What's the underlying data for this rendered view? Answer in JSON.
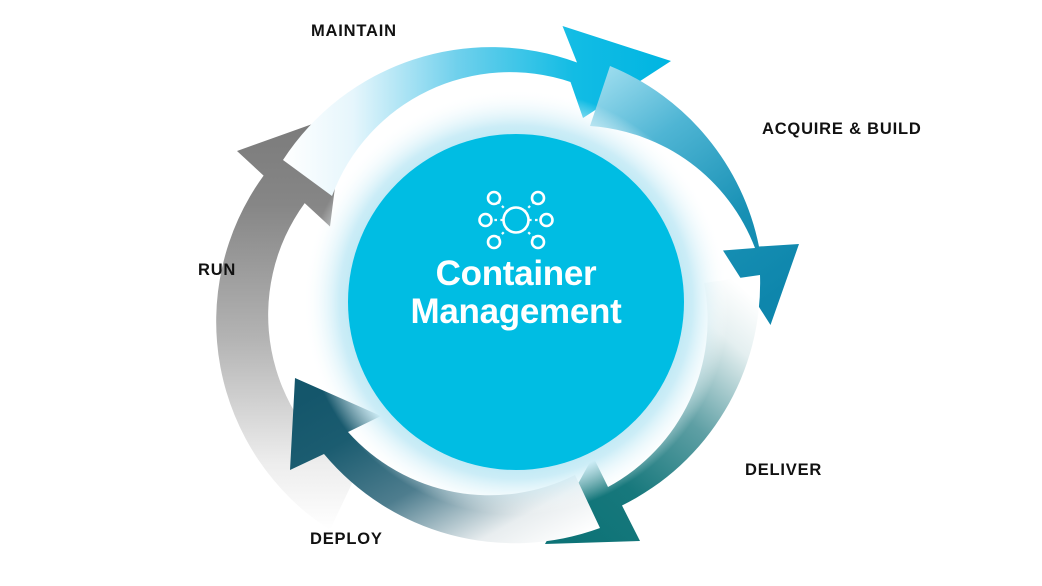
{
  "diagram": {
    "type": "cycle",
    "title": "Container Management",
    "center": {
      "title_line1": "Container",
      "title_line2": "Management",
      "icon": "network-hub-icon",
      "inner_circle_color": "#00BDE3",
      "halo_circle_color": "#BFE9F5"
    },
    "background_color": "#ffffff",
    "label_color": "#111111",
    "stages": [
      {
        "id": "maintain",
        "label": "MAINTAIN",
        "order": 1,
        "color_start": "#FFFFFF",
        "color_end": "#00B5E2",
        "arrow_direction": "clockwise-top-right"
      },
      {
        "id": "acquire-build",
        "label": "ACQUIRE & BUILD",
        "order": 2,
        "color_start": "#7FD3E8",
        "color_end": "#0E86AC",
        "arrow_direction": "clockwise-right-down"
      },
      {
        "id": "deliver",
        "label": "DELIVER",
        "order": 3,
        "color_start": "#FFFFFF",
        "color_end": "#0D7377",
        "arrow_direction": "clockwise-bottom-left"
      },
      {
        "id": "deploy",
        "label": "DEPLOY",
        "order": 4,
        "color_start": "#FFFFFF",
        "color_end": "#14566B",
        "arrow_direction": "clockwise-left-up"
      },
      {
        "id": "run",
        "label": "RUN",
        "order": 5,
        "color_start": "#FFFFFF",
        "color_end": "#7A7A7A",
        "arrow_direction": "clockwise-left-top-up"
      }
    ]
  }
}
